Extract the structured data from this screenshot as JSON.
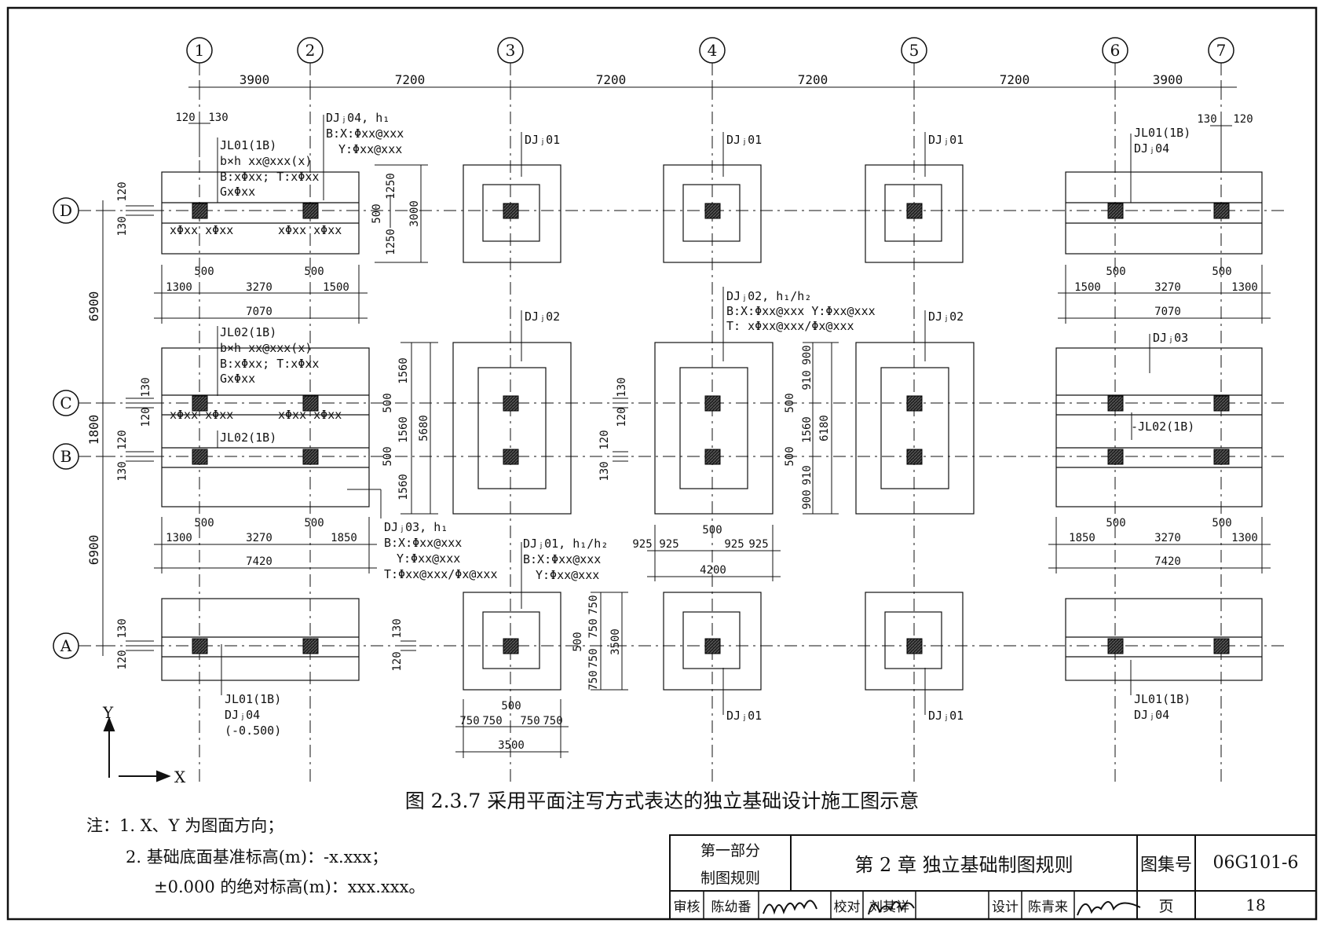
{
  "axes": {
    "columns": [
      "1",
      "2",
      "3",
      "4",
      "5",
      "6",
      "7"
    ],
    "rows": [
      "D",
      "C",
      "B",
      "A"
    ]
  },
  "grid_dims": {
    "top": [
      "3900",
      "7200",
      "7200",
      "7200",
      "7200",
      "3900"
    ],
    "left": [
      "6900",
      "1800",
      "6900"
    ]
  },
  "labels": {
    "dj01": "DJⱼ01",
    "dj02": "DJⱼ02",
    "dj03": "DJⱼ03",
    "dj04": "DJⱼ04",
    "jl01": "JL01(1B)",
    "jl02": "JL02(1B)",
    "jl02_dash": "-JL02(1B)",
    "dj04_h": "DJⱼ04, h₁",
    "dj04_bx": "B:X:Φxx@xxx",
    "dj04_by": "Y:Φxx@xxx",
    "jl_bh": "b×h  xx@xxx(x)",
    "jl_bt": "B:xΦxx; T:xΦxx",
    "jl_g": "GxΦxx",
    "beam_bar_l": "xΦxx  xΦxx",
    "beam_bar_r": "xΦxx  xΦxx",
    "dj02_h": "DJⱼ02, h₁/h₂",
    "dj02_b": "B:X:Φxx@xxx Y:Φxx@xxx",
    "dj02_t": "T: xΦxx@xxx/Φx@xxx",
    "dj03_h": "DJⱼ03, h₁",
    "dj03_bx": "B:X:Φxx@xxx",
    "dj03_by": "Y:Φxx@xxx",
    "dj03_t": "T:Φxx@xxx/Φx@xxx",
    "dj01_h": "DJⱼ01, h₁/h₂",
    "dj01_bx": "B:X:Φxx@xxx",
    "dj01_by": "Y:Φxx@xxx",
    "elev": "(-0.500)",
    "axis_x": "X",
    "axis_y": "Y"
  },
  "dims": {
    "d120": "120",
    "d130": "130",
    "d500": "500",
    "d1300": "1300",
    "d1500": "1500",
    "d1850": "1850",
    "d3270": "3270",
    "d7070": "7070",
    "d7420": "7420",
    "d1250": "1250",
    "d3000": "3000",
    "d1560": "1560",
    "d5680": "5680",
    "d910": "910",
    "d900": "900",
    "d6180": "6180",
    "d925": "925",
    "d4200": "4200",
    "d750": "750",
    "d3500": "3500"
  },
  "figure_title": "图 2.3.7  采用平面注写方式表达的独立基础设计施工图示意",
  "notes": {
    "n1": "注：1.  X、Y 为图面方向；",
    "n2": "2.  基础底面基准标高(m)：-x.xxx；",
    "n3": "±0.000 的绝对标高(m)：xxx.xxx。"
  },
  "title_block": {
    "part": "第一部分",
    "part_sub": "制图规则",
    "chapter": "第 2 章  独立基础制图规则",
    "atlas_label": "图集号",
    "atlas_no": "06G101-6",
    "review_label": "审核",
    "reviewer": "陈幼番",
    "check_label": "校对",
    "checker": "刘其祥",
    "design_label": "设计",
    "designer": "陈青来",
    "page_label": "页",
    "page_no": "18"
  }
}
